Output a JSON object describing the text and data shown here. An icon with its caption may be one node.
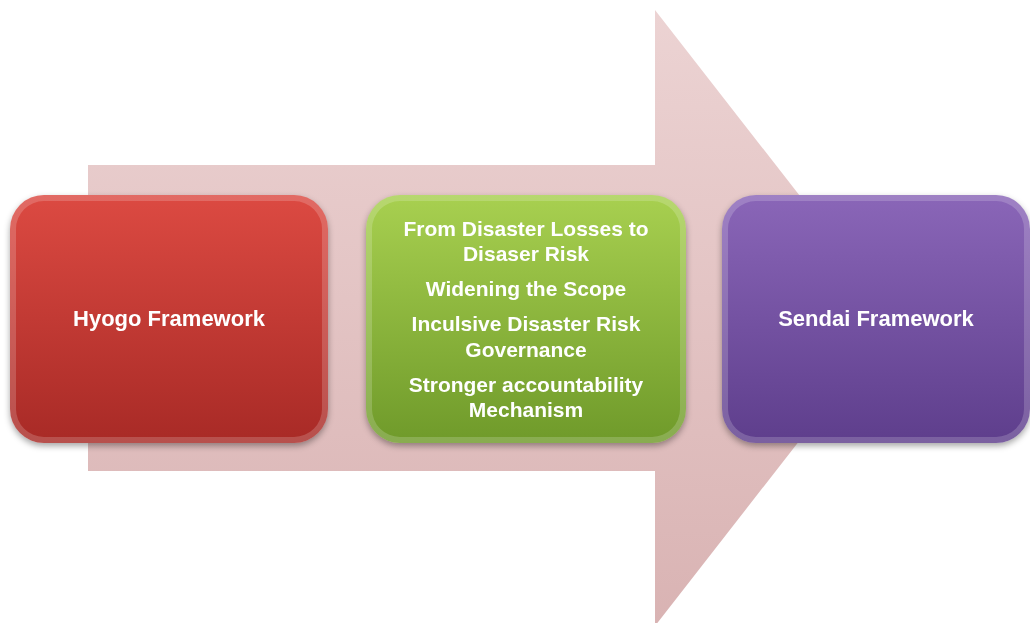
{
  "diagram": {
    "nodes": [
      {
        "text": [
          "Hyogo Framework"
        ]
      },
      {
        "text": [
          "From Disaster Losses to Disaser Risk",
          "Widening the Scope",
          "Inculsive Disaster  Risk Governance",
          "Stronger accountability Mechanism"
        ]
      },
      {
        "text": [
          "Sendai Framework"
        ]
      }
    ],
    "edges": [
      {
        "from": 0,
        "to": 2,
        "arrow": "to"
      }
    ]
  }
}
